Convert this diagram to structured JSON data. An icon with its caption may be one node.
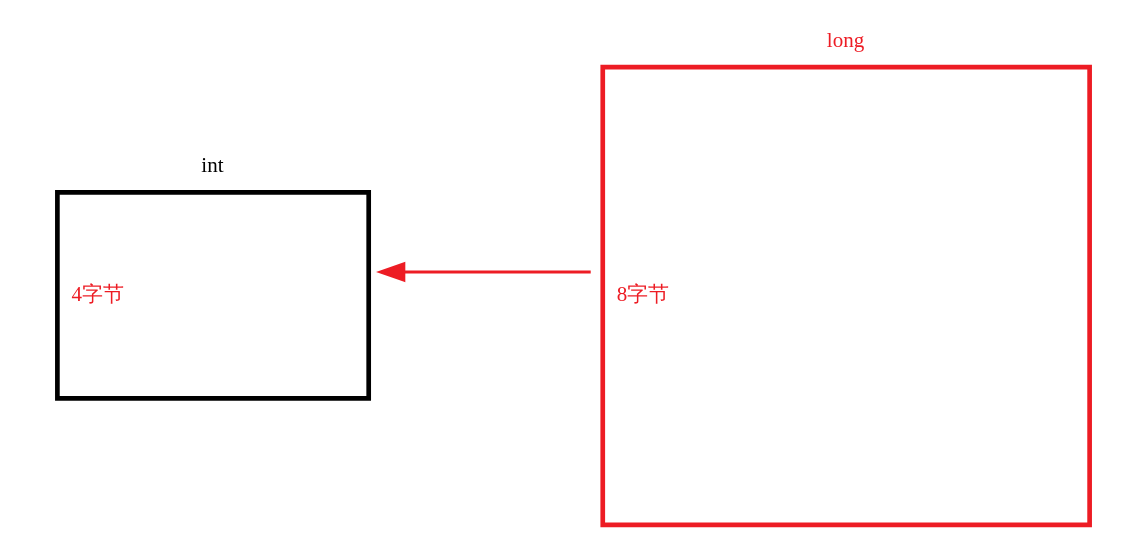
{
  "diagram": {
    "nodes": [
      {
        "text": [
          "int",
          "4字节"
        ]
      },
      {
        "text": [
          "long",
          "8字节"
        ]
      }
    ],
    "edges": [
      {
        "from": 1,
        "to": 0,
        "arrow": "to",
        "color": "#ed1c24"
      }
    ]
  }
}
